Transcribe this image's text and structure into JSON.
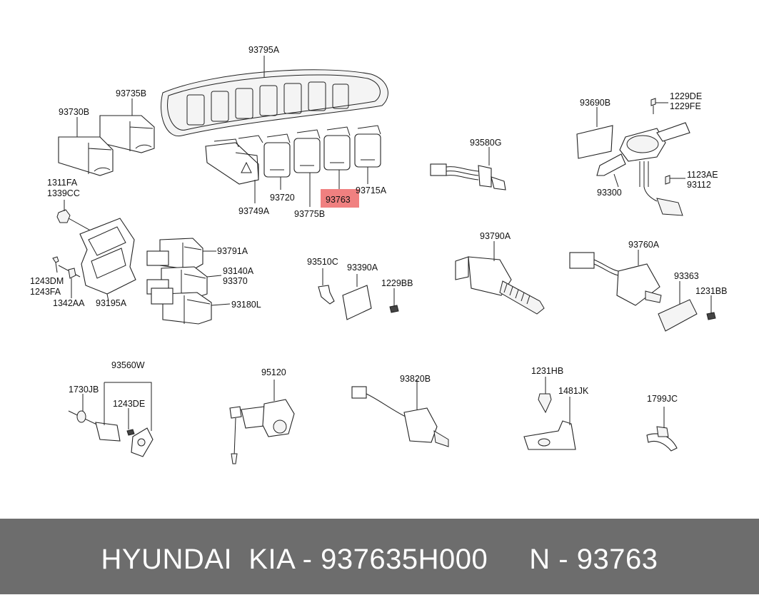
{
  "labels": {
    "p93795A": "93795A",
    "p93735B": "93735B",
    "p93730B": "93730B",
    "p1311FA": "1311FA",
    "p1339CC": "1339CC",
    "p93749A": "93749A",
    "p93720": "93720",
    "p93775B": "93775B",
    "p93763": "93763",
    "p93715A": "93715A",
    "p93580G": "93580G",
    "p93690B": "93690B",
    "p1229DE": "1229DE",
    "p1229FE": "1229FE",
    "p1123AE": "1123AE",
    "p93112": "93112",
    "p93300": "93300",
    "p1243DM": "1243DM",
    "p1243FA": "1243FA",
    "p1342AA": "1342AA",
    "p93195A": "93195A",
    "p93791A": "93791A",
    "p93140A": "93140A",
    "p93370": "93370",
    "p93180L": "93180L",
    "p93510C": "93510C",
    "p93390A": "93390A",
    "p1229BB": "1229BB",
    "p93790A": "93790A",
    "p93760A": "93760A",
    "p93363": "93363",
    "p1231BB": "1231BB",
    "p93560W": "93560W",
    "p1730JB": "1730JB",
    "p1243DE": "1243DE",
    "p95120": "95120",
    "p93820B": "93820B",
    "p1231HB": "1231HB",
    "p1481JK": "1481JK",
    "p1799JC": "1799JC"
  },
  "highlight": {
    "color": "#f08080"
  },
  "footer": {
    "text": "HYUNDAI  KIA - 937635H000     N - 93763"
  }
}
